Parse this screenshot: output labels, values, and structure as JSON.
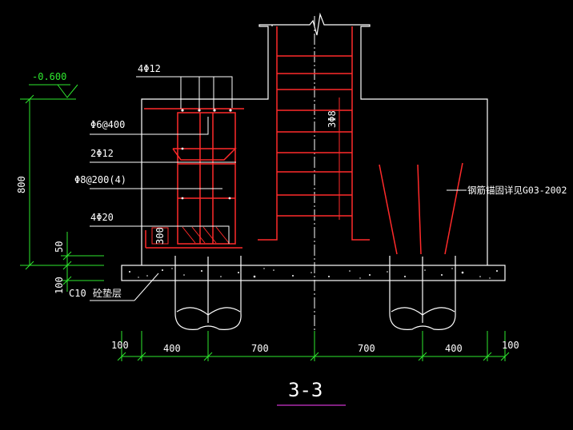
{
  "title": "3-3",
  "elevation_label": "-0.600",
  "rebar_labels": {
    "top_bars": "4Φ12",
    "stirrup_1": "Φ6@400",
    "middle_bars": "2Φ12",
    "stirrup_2": "Φ8@200(4)",
    "bottom_bars": "4Φ20",
    "column_stirrups": "3Φ8",
    "anchor_note": "钢筋锚固详见G03-2002",
    "height_300": "300"
  },
  "vertical_dims": {
    "height_800": "800",
    "d50": "50",
    "d100": "100",
    "c10": "C10",
    "cushion": "砼垫层"
  },
  "horizontal_dims": [
    "100",
    "400",
    "700",
    "700",
    "400",
    "100"
  ],
  "colors": {
    "background": "#000000",
    "outline": "#ffffff",
    "rebar": "#ff2a2a",
    "dimension": "#2ee82e",
    "underline": "#cc33cc"
  }
}
